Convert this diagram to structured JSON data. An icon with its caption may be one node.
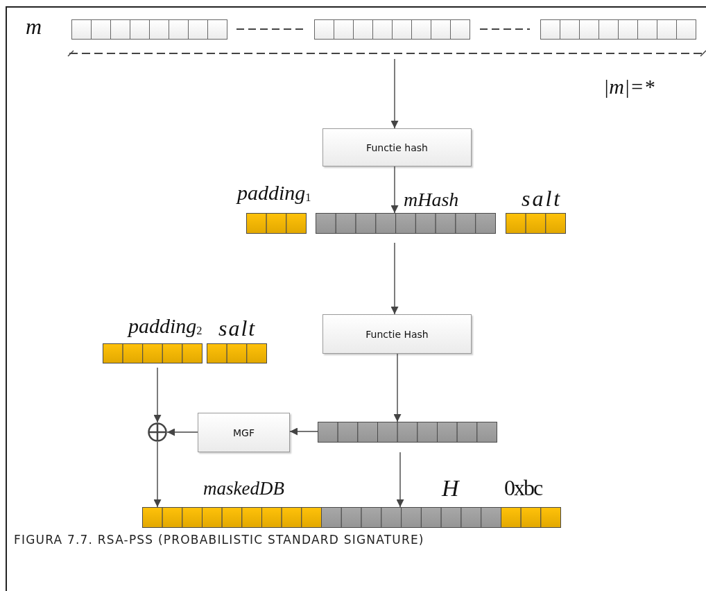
{
  "diagram": {
    "caption": "FIGURA 7.7. RSA-PSS (PROBABILISTIC STANDARD SIGNATURE)",
    "nodes": [
      {
        "text": [],
        "shape": "bar"
      },
      {
        "text": [
          "Functie hash"
        ]
      },
      {
        "text": [
          "padding$_{1}$"
        ]
      },
      {
        "text": [
          "mHash"
        ]
      },
      {
        "text": [
          "salt"
        ]
      },
      {
        "text": [
          "Functie Hash"
        ]
      },
      {
        "text": [
          "padding$_{2}$"
        ]
      },
      {
        "text": [
          "salt"
        ]
      },
      {
        "text": [],
        "shape": "bar"
      },
      {
        "text": [
          "MGF"
        ]
      },
      {
        "text": [],
        "shape": "circle"
      },
      {
        "text": [
          "maskedDB"
        ]
      },
      {
        "text": [
          "H"
        ]
      },
      {
        "text": [
          "0xbc"
        ]
      }
    ],
    "edges": [
      {
        "from": 0,
        "to": 1,
        "arrow": "to"
      },
      {
        "from": 1,
        "to": 3,
        "arrow": "to"
      },
      {
        "from": 3,
        "to": 5,
        "arrow": "to"
      },
      {
        "from": 5,
        "to": 8,
        "arrow": "to"
      },
      {
        "from": 8,
        "to": 9,
        "arrow": "to"
      },
      {
        "from": 9,
        "to": 10,
        "arrow": "to"
      },
      {
        "from": 6,
        "to": 10,
        "arrow": "to"
      },
      {
        "from": 10,
        "to": 11,
        "arrow": "to"
      },
      {
        "from": 8,
        "to": 12,
        "arrow": "to"
      }
    ],
    "labels": [
      "m",
      "|m|=*"
    ]
  }
}
